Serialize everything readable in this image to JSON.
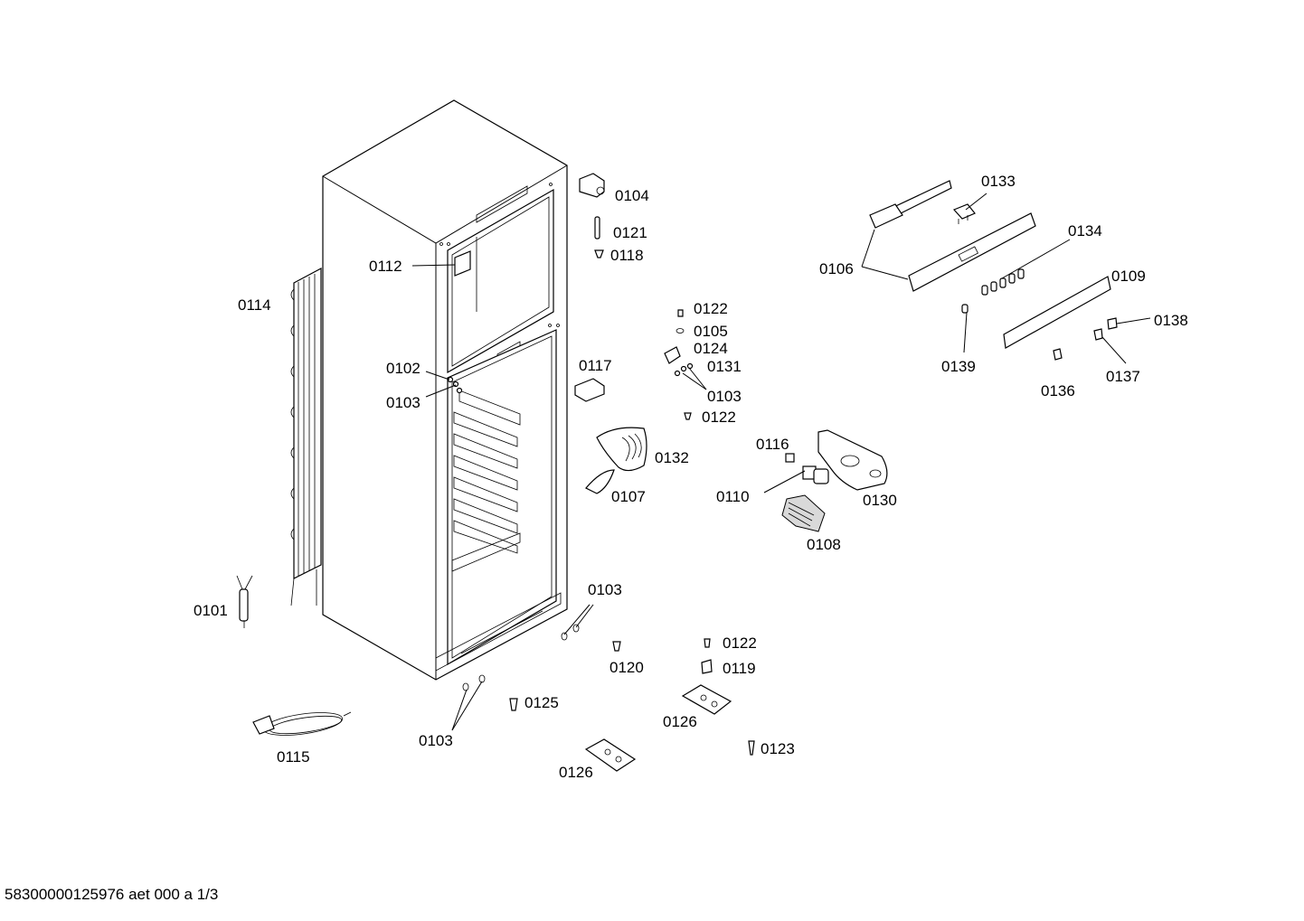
{
  "labels": {
    "p0101": "0101",
    "p0102": "0102",
    "p0103a": "0103",
    "p0103b": "0103",
    "p0103c": "0103",
    "p0103d": "0103",
    "p0104": "0104",
    "p0105": "0105",
    "p0106": "0106",
    "p0107": "0107",
    "p0108": "0108",
    "p0109": "0109",
    "p0110": "0110",
    "p0112": "0112",
    "p0114": "0114",
    "p0115": "0115",
    "p0116": "0116",
    "p0117": "0117",
    "p0118": "0118",
    "p0119": "0119",
    "p0120": "0120",
    "p0121": "0121",
    "p0122a": "0122",
    "p0122b": "0122",
    "p0122c": "0122",
    "p0123": "0123",
    "p0124": "0124",
    "p0125": "0125",
    "p0126a": "0126",
    "p0126b": "0126",
    "p0130": "0130",
    "p0131": "0131",
    "p0132": "0132",
    "p0133": "0133",
    "p0134": "0134",
    "p0136": "0136",
    "p0137": "0137",
    "p0138": "0138",
    "p0139": "0139"
  },
  "footer": "58300000125976 aet 000 a 1/3"
}
